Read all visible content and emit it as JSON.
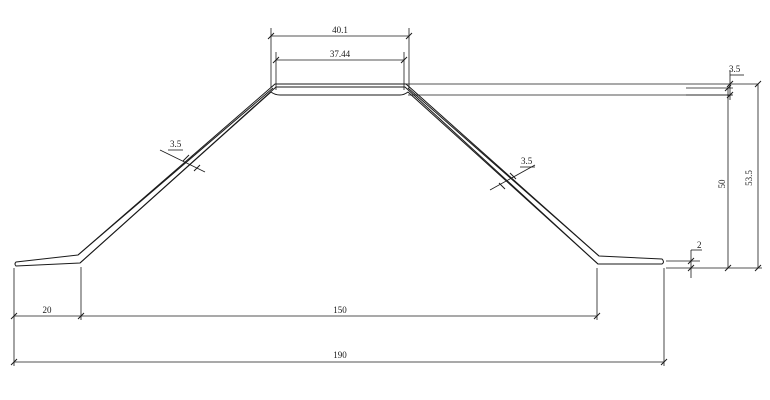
{
  "dimensions": {
    "top_outer_width": "40.1",
    "top_inner_width": "37.44",
    "thickness_top_right": "3.5",
    "thickness_left_slope": "3.5",
    "thickness_right_slope": "3.5",
    "height_inner": "50",
    "height_outer": "53.5",
    "flange_thickness": "2",
    "left_flange_width": "20",
    "base_width": "150",
    "overall_width": "190"
  }
}
